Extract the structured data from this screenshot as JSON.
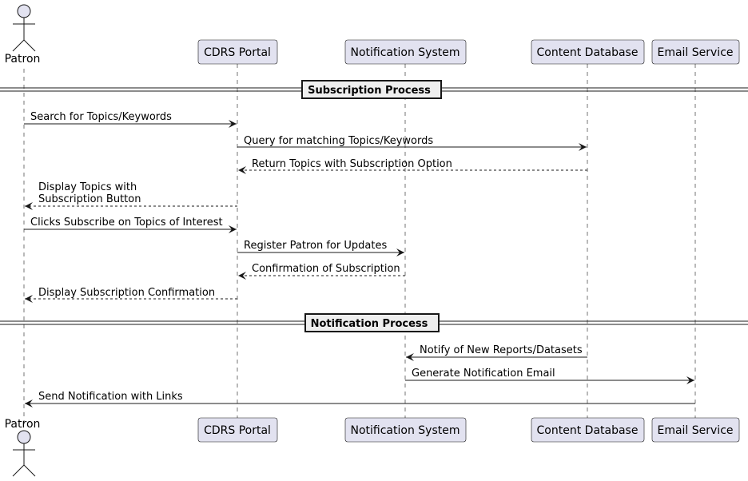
{
  "participants": [
    {
      "id": "patron",
      "label": "Patron",
      "kind": "actor"
    },
    {
      "id": "portal",
      "label": "CDRS Portal",
      "kind": "box"
    },
    {
      "id": "notify",
      "label": "Notification System",
      "kind": "box"
    },
    {
      "id": "content",
      "label": "Content Database",
      "kind": "box"
    },
    {
      "id": "email",
      "label": "Email Service",
      "kind": "box"
    }
  ],
  "sections": [
    {
      "label": "Subscription Process"
    },
    {
      "label": "Notification Process"
    }
  ],
  "messages": [
    {
      "from": "patron",
      "to": "portal",
      "lines": [
        "Search for Topics/Keywords"
      ],
      "style": "solid"
    },
    {
      "from": "portal",
      "to": "content",
      "lines": [
        "Query for matching Topics/Keywords"
      ],
      "style": "solid"
    },
    {
      "from": "content",
      "to": "portal",
      "lines": [
        "Return Topics with Subscription Option"
      ],
      "style": "dashed"
    },
    {
      "from": "portal",
      "to": "patron",
      "lines": [
        "Display Topics with",
        "Subscription Button"
      ],
      "style": "dashed"
    },
    {
      "from": "patron",
      "to": "portal",
      "lines": [
        "Clicks Subscribe on Topics of Interest"
      ],
      "style": "solid"
    },
    {
      "from": "portal",
      "to": "notify",
      "lines": [
        "Register Patron for Updates"
      ],
      "style": "solid"
    },
    {
      "from": "notify",
      "to": "portal",
      "lines": [
        "Confirmation of Subscription"
      ],
      "style": "dashed"
    },
    {
      "from": "portal",
      "to": "patron",
      "lines": [
        "Display Subscription Confirmation"
      ],
      "style": "dashed"
    },
    {
      "from": "content",
      "to": "notify",
      "lines": [
        "Notify of New Reports/Datasets"
      ],
      "style": "solid"
    },
    {
      "from": "notify",
      "to": "email",
      "lines": [
        "Generate Notification Email"
      ],
      "style": "solid"
    },
    {
      "from": "email",
      "to": "patron",
      "lines": [
        "Send Notification with Links"
      ],
      "style": "solid"
    }
  ],
  "colors": {
    "participant_fill": "#e2e2f0",
    "participant_border": "#181818",
    "line": "#181818",
    "divider_fill": "#eeeeee"
  }
}
